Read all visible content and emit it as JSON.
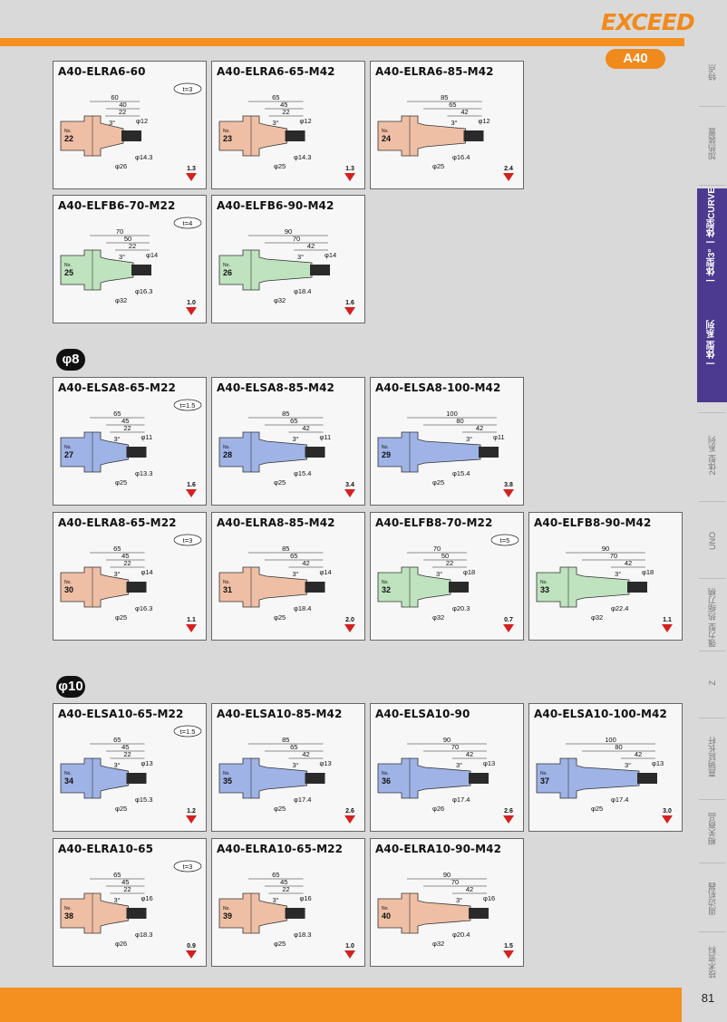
{
  "brand": "EXCEED",
  "badge": "A40",
  "page_number": "81",
  "sidebar": [
    {
      "label": "特点",
      "active": false
    },
    {
      "label": "加热装置",
      "active": false
    },
    {
      "label": "一体型3° 一体型CURVE",
      "active": true
    },
    {
      "label": "一体型 系列",
      "active": true
    },
    {
      "label": "2体型 系列",
      "active": false
    },
    {
      "label": "UNO",
      "active": false
    },
    {
      "label": "强力型 热缩刀柄",
      "active": false
    },
    {
      "label": "Z",
      "active": false
    },
    {
      "label": "直销延长杆",
      "active": false
    },
    {
      "label": "相关商品",
      "active": false
    },
    {
      "label": "周边机器",
      "active": false
    },
    {
      "label": "技术资料",
      "active": false
    }
  ],
  "sections": [
    {
      "label": "φ8"
    },
    {
      "label": "φ10"
    }
  ],
  "cards": [
    {
      "title": "A40-ELRA6-60",
      "no": "22",
      "color": "#efbfa5",
      "L": "60",
      "L2": "40",
      "L3": "22",
      "d": "φ12",
      "d1": "φ14.3",
      "D": "φ26",
      "t": "t=3",
      "wt": "1.3",
      "angle": "3°"
    },
    {
      "title": "A40-ELRA6-65-M42",
      "no": "23",
      "color": "#efbfa5",
      "L": "65",
      "L2": "45",
      "L3": "22",
      "d": "φ12",
      "d1": "φ14.3",
      "D": "φ25",
      "t": "",
      "wt": "1.3",
      "angle": "3°"
    },
    {
      "title": "A40-ELRA6-85-M42",
      "no": "24",
      "color": "#efbfa5",
      "L": "85",
      "L2": "65",
      "L3": "42",
      "d": "φ12",
      "d1": "φ16.4",
      "D": "φ25",
      "t": "",
      "wt": "2.4",
      "angle": "3°"
    },
    {
      "title": "A40-ELFB6-70-M22",
      "no": "25",
      "color": "#bfe2bf",
      "L": "70",
      "L2": "50",
      "L3": "22",
      "d": "φ14",
      "d1": "φ16.3",
      "D": "φ32",
      "t": "t=4",
      "wt": "1.0",
      "angle": "3°"
    },
    {
      "title": "A40-ELFB6-90-M42",
      "no": "26",
      "color": "#bfe2bf",
      "L": "90",
      "L2": "70",
      "L3": "42",
      "d": "φ14",
      "d1": "φ18.4",
      "D": "φ32",
      "t": "",
      "wt": "1.6",
      "angle": "3°"
    },
    {
      "title": "A40-ELSA8-65-M22",
      "no": "27",
      "color": "#9fb3e6",
      "L": "65",
      "L2": "45",
      "L3": "22",
      "d": "φ11",
      "d1": "φ13.3",
      "D": "φ25",
      "t": "t=1.5",
      "wt": "1.6",
      "angle": "3°"
    },
    {
      "title": "A40-ELSA8-85-M42",
      "no": "28",
      "color": "#9fb3e6",
      "L": "85",
      "L2": "65",
      "L3": "42",
      "d": "φ11",
      "d1": "φ15.4",
      "D": "φ25",
      "t": "",
      "wt": "3.4",
      "angle": "3°"
    },
    {
      "title": "A40-ELSA8-100-M42",
      "no": "29",
      "color": "#9fb3e6",
      "L": "100",
      "L2": "80",
      "L3": "42",
      "d": "φ11",
      "d1": "φ15.4",
      "D": "φ25",
      "t": "",
      "wt": "3.8",
      "angle": "3°"
    },
    {
      "title": "A40-ELRA8-65-M22",
      "no": "30",
      "color": "#efbfa5",
      "L": "65",
      "L2": "45",
      "L3": "22",
      "d": "φ14",
      "d1": "φ16.3",
      "D": "φ25",
      "t": "t=3",
      "wt": "1.1",
      "angle": "3°"
    },
    {
      "title": "A40-ELRA8-85-M42",
      "no": "31",
      "color": "#efbfa5",
      "L": "85",
      "L2": "65",
      "L3": "42",
      "d": "φ14",
      "d1": "φ18.4",
      "D": "φ25",
      "t": "",
      "wt": "2.0",
      "angle": "3°"
    },
    {
      "title": "A40-ELFB8-70-M22",
      "no": "32",
      "color": "#bfe2bf",
      "L": "70",
      "L2": "50",
      "L3": "22",
      "d": "φ18",
      "d1": "φ20.3",
      "D": "φ32",
      "t": "t=5",
      "wt": "0.7",
      "angle": "3°"
    },
    {
      "title": "A40-ELFB8-90-M42",
      "no": "33",
      "color": "#bfe2bf",
      "L": "90",
      "L2": "70",
      "L3": "42",
      "d": "φ18",
      "d1": "φ22.4",
      "D": "φ32",
      "t": "",
      "wt": "1.1",
      "angle": "3°"
    },
    {
      "title": "A40-ELSA10-65-M22",
      "no": "34",
      "color": "#9fb3e6",
      "L": "65",
      "L2": "45",
      "L3": "22",
      "d": "φ13",
      "d1": "φ15.3",
      "D": "φ25",
      "t": "t=1.5",
      "wt": "1.2",
      "angle": "3°"
    },
    {
      "title": "A40-ELSA10-85-M42",
      "no": "35",
      "color": "#9fb3e6",
      "L": "85",
      "L2": "65",
      "L3": "42",
      "d": "φ13",
      "d1": "φ17.4",
      "D": "φ25",
      "t": "",
      "wt": "2.6",
      "angle": "3°"
    },
    {
      "title": "A40-ELSA10-90",
      "no": "36",
      "color": "#9fb3e6",
      "L": "90",
      "L2": "70",
      "L3": "42",
      "d": "φ13",
      "d1": "φ17.4",
      "D": "φ26",
      "t": "",
      "wt": "2.6",
      "angle": "3°"
    },
    {
      "title": "A40-ELSA10-100-M42",
      "no": "37",
      "color": "#9fb3e6",
      "L": "100",
      "L2": "80",
      "L3": "42",
      "d": "φ13",
      "d1": "φ17.4",
      "D": "φ25",
      "t": "",
      "wt": "3.0",
      "angle": "3°"
    },
    {
      "title": "A40-ELRA10-65",
      "no": "38",
      "color": "#efbfa5",
      "L": "65",
      "L2": "45",
      "L3": "22",
      "d": "φ16",
      "d1": "φ18.3",
      "D": "φ26",
      "t": "t=3",
      "wt": "0.9",
      "angle": "3°"
    },
    {
      "title": "A40-ELRA10-65-M22",
      "no": "39",
      "color": "#efbfa5",
      "L": "65",
      "L2": "45",
      "L3": "22",
      "d": "φ16",
      "d1": "φ18.3",
      "D": "φ25",
      "t": "",
      "wt": "1.0",
      "angle": "3°"
    },
    {
      "title": "A40-ELRA10-90-M42",
      "no": "40",
      "color": "#efbfa5",
      "L": "90",
      "L2": "70",
      "L3": "42",
      "d": "φ16",
      "d1": "φ20.4",
      "D": "φ32",
      "t": "",
      "wt": "1.5",
      "angle": "3°"
    }
  ]
}
